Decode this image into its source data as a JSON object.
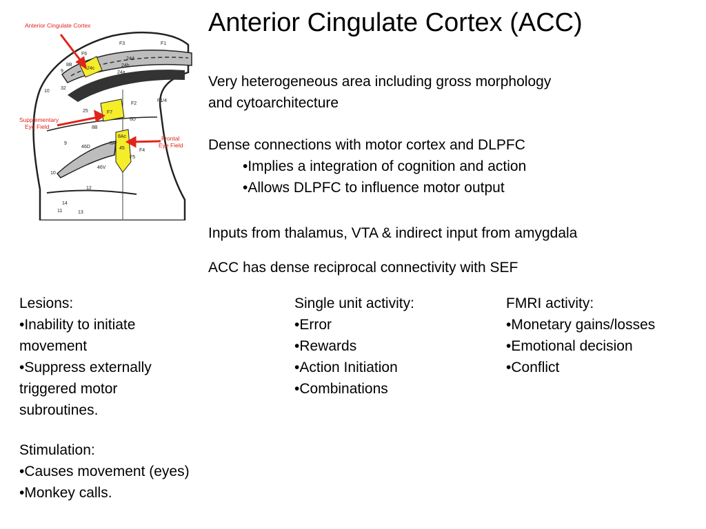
{
  "title": "Anterior Cingulate Cortex (ACC)",
  "intro": {
    "line1": "Very heterogeneous area including gross morphology",
    "line2": "and cytoarchitecture"
  },
  "connections": {
    "heading": "Dense connections with motor cortex and DLPFC",
    "bullets": [
      "•Implies a integration of cognition and action",
      "•Allows DLPFC to influence motor output"
    ]
  },
  "inputs": "Inputs from thalamus, VTA & indirect input from amygdala",
  "sef": "ACC has dense reciprocal connectivity with SEF",
  "lesions": {
    "heading": "Lesions:",
    "bullets": [
      "•Inability to initiate movement",
      "•Suppress externally triggered motor subroutines."
    ]
  },
  "stimulation": {
    "heading": "Stimulation:",
    "bullets": [
      "•Causes movement (eyes)",
      "•Monkey calls."
    ]
  },
  "single_unit": {
    "heading": "Single unit activity:",
    "bullets": [
      "•Error",
      "•Rewards",
      "•Action Initiation",
      "•Combinations"
    ]
  },
  "fmri": {
    "heading": "FMRI activity:",
    "bullets": [
      "•Monetary gains/losses",
      "•Emotional decision",
      "•Conflict"
    ]
  },
  "figure": {
    "callouts": {
      "acc": "Anterior Cingulate Cortex",
      "sef_line1": "Supplementary",
      "sef_line2": "Eye Field",
      "fef_line1": "Frontal",
      "fef_line2": "Eye Field"
    },
    "areas": {
      "f3": "F3",
      "f1": "F1",
      "f6": "F6",
      "b8": "8B",
      "a9": "9",
      "c24": "24c",
      "d24": "24d",
      "b24": "24b",
      "a24": "24a",
      "a10": "10",
      "a32": "32",
      "a25": "25",
      "f7": "F7",
      "f2": "F2",
      "f14": "F1/4",
      "d6": "6D",
      "b8b": "8B",
      "ac8": "8Ac",
      "ar8": "8Ar",
      "a45": "45",
      "f5": "F5",
      "f4": "F4",
      "d46": "46D",
      "v46": "46V",
      "a9b": "9",
      "a10b": "10",
      "a12": "12",
      "a14": "14",
      "a11": "11",
      "a13": "13"
    },
    "colors": {
      "highlight": "#f5ec2a",
      "arrow": "#e2231a",
      "shade": "#bdbdbd",
      "sulcus": "#333333"
    }
  }
}
